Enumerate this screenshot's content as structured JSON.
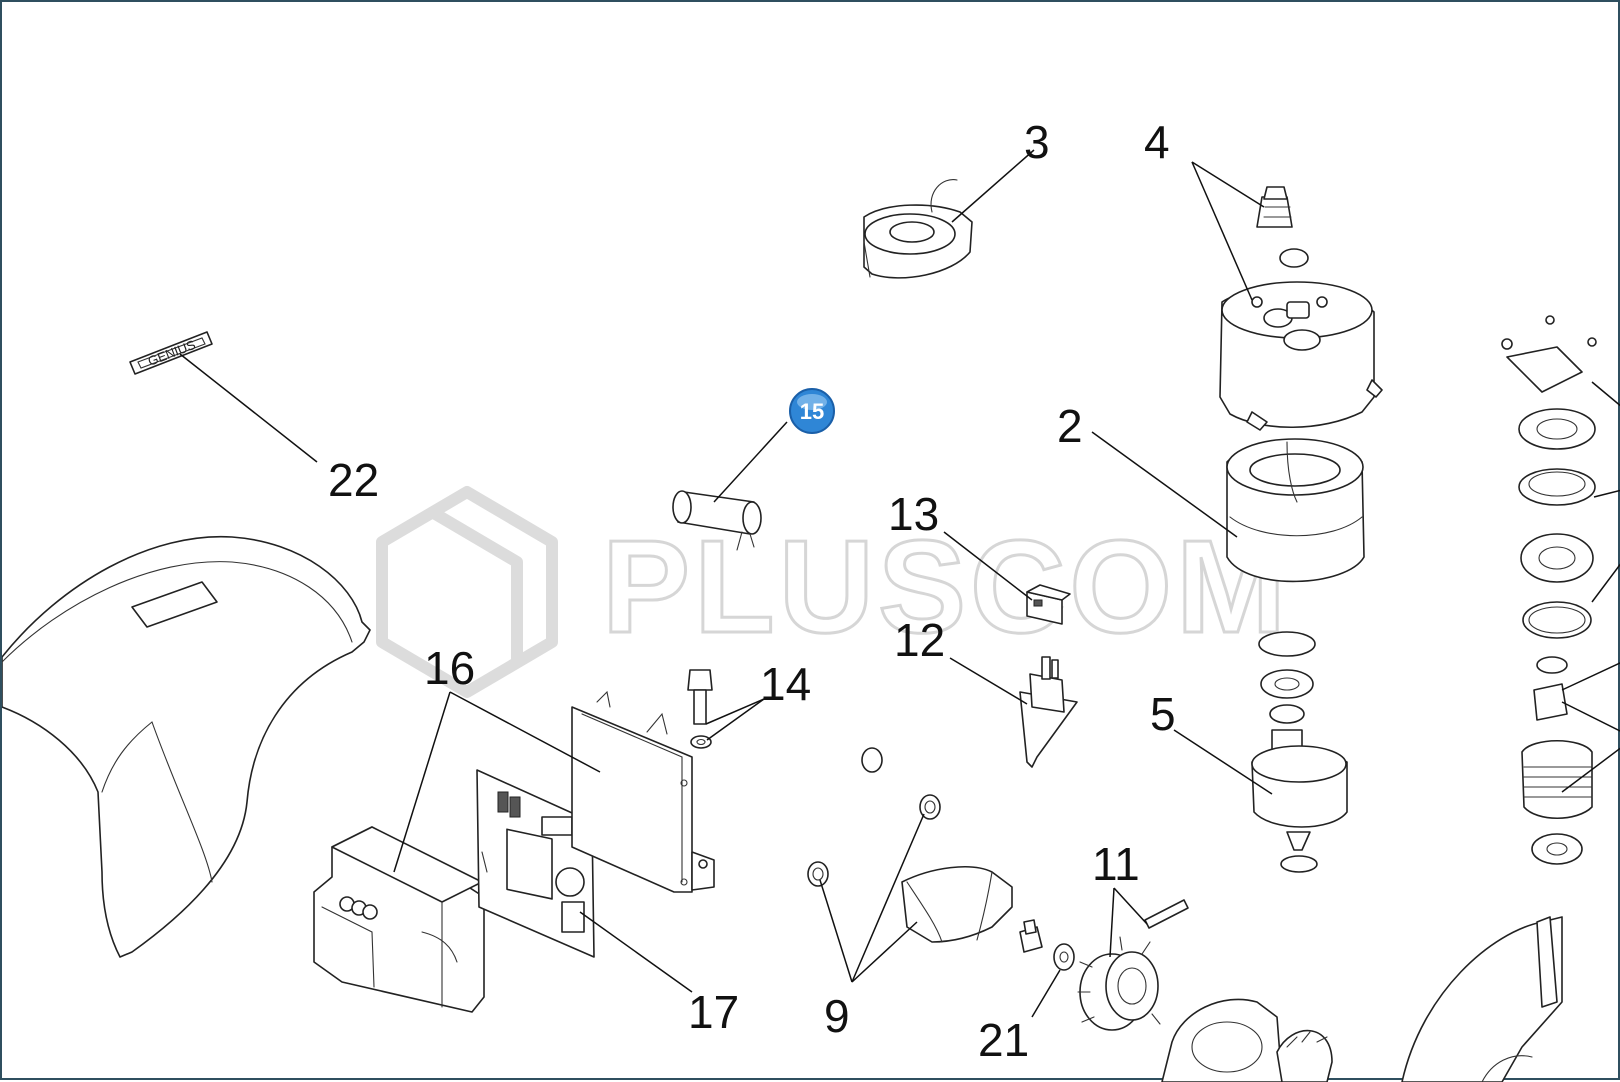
{
  "diagram": {
    "callouts": [
      "2",
      "3",
      "4",
      "5",
      "9",
      "11",
      "12",
      "13",
      "14",
      "16",
      "17",
      "21",
      "22"
    ],
    "selected_badge": "15",
    "nameplate_text": "GENIUS",
    "watermark": "PLUSCOM",
    "colors": {
      "badge": "#2f86d6",
      "line": "#222222",
      "watermark": "#d6d6d6",
      "border": "#2f4f5f"
    }
  }
}
